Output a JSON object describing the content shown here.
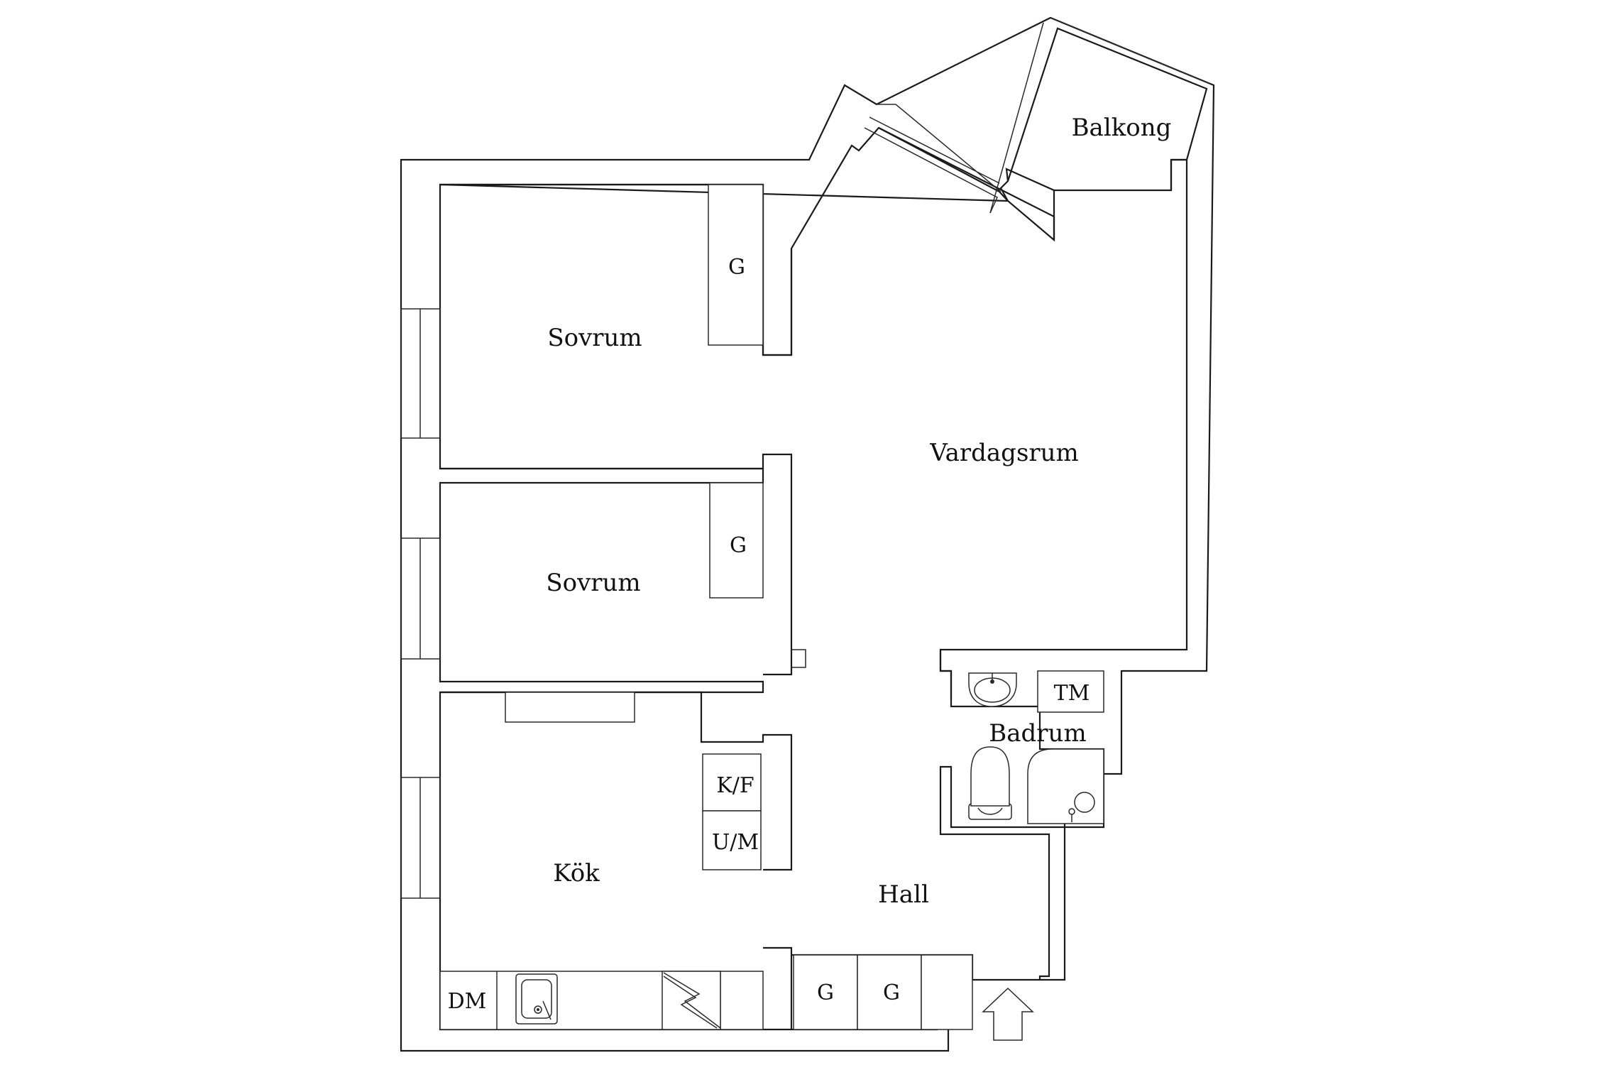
{
  "rooms": {
    "balcony": "Balkong",
    "bedroom_1": "Sovrum",
    "bedroom_2": "Sovrum",
    "living_room": "Vardagsrum",
    "kitchen": "Kök",
    "hall": "Hall",
    "bathroom": "Badrum"
  },
  "fixtures": {
    "wardrobe_bedroom_1": "G",
    "wardrobe_bedroom_2": "G",
    "wardrobe_hall_1": "G",
    "wardrobe_hall_2": "G",
    "fridge_freezer": "K/F",
    "oven_microwave": "U/M",
    "dishwasher": "DM",
    "washing_machine": "TM"
  }
}
